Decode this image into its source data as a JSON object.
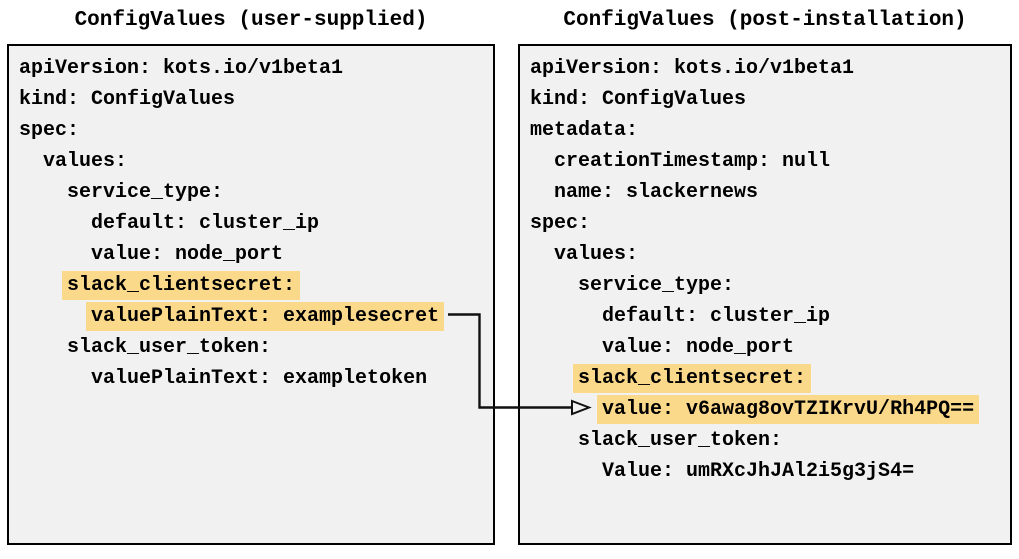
{
  "colors": {
    "highlight": "#FBD98B",
    "panel_background": "#F1F1F1",
    "panel_border": "#000000",
    "text": "#000000",
    "arrow": "#111111"
  },
  "panels": {
    "left": {
      "title": "ConfigValues (user-supplied)",
      "lines": [
        {
          "pad": "",
          "text": "apiVersion: kots.io/v1beta1",
          "highlight": false
        },
        {
          "pad": "",
          "text": "kind: ConfigValues",
          "highlight": false
        },
        {
          "pad": "",
          "text": "spec:",
          "highlight": false
        },
        {
          "pad": "  ",
          "text": "values:",
          "highlight": false
        },
        {
          "pad": "    ",
          "text": "service_type:",
          "highlight": false
        },
        {
          "pad": "      ",
          "text": "default: cluster_ip",
          "highlight": false
        },
        {
          "pad": "      ",
          "text": "value: node_port",
          "highlight": false
        },
        {
          "pad": "    ",
          "text": "slack_clientsecret:",
          "highlight": true
        },
        {
          "pad": "      ",
          "text": "valuePlainText: examplesecret",
          "highlight": true
        },
        {
          "pad": "    ",
          "text": "slack_user_token:",
          "highlight": false
        },
        {
          "pad": "      ",
          "text": "valuePlainText: exampletoken",
          "highlight": false
        }
      ]
    },
    "right": {
      "title": "ConfigValues (post-installation)",
      "lines": [
        {
          "pad": "",
          "text": "apiVersion: kots.io/v1beta1",
          "highlight": false
        },
        {
          "pad": "",
          "text": "kind: ConfigValues",
          "highlight": false
        },
        {
          "pad": "",
          "text": "metadata:",
          "highlight": false
        },
        {
          "pad": "  ",
          "text": "creationTimestamp: null",
          "highlight": false
        },
        {
          "pad": "  ",
          "text": "name: slackernews",
          "highlight": false
        },
        {
          "pad": "",
          "text": "spec:",
          "highlight": false
        },
        {
          "pad": "  ",
          "text": "values:",
          "highlight": false
        },
        {
          "pad": "    ",
          "text": "service_type:",
          "highlight": false
        },
        {
          "pad": "      ",
          "text": "default: cluster_ip",
          "highlight": false
        },
        {
          "pad": "      ",
          "text": "value: node_port",
          "highlight": false
        },
        {
          "pad": "    ",
          "text": "slack_clientsecret:",
          "highlight": true
        },
        {
          "pad": "      ",
          "text": "value: v6awag8ovTZIKrvU/Rh4PQ==",
          "highlight": true
        },
        {
          "pad": "    ",
          "text": "slack_user_token:",
          "highlight": false
        },
        {
          "pad": "      ",
          "text": "Value: umRXcJhJAl2i5g3jS4=",
          "highlight": false
        }
      ]
    }
  },
  "arrow": {
    "type": "connector",
    "from_text": "valuePlainText: examplesecret",
    "to_text": "value: v6awag8ovTZIKrvU/Rh4PQ=="
  }
}
